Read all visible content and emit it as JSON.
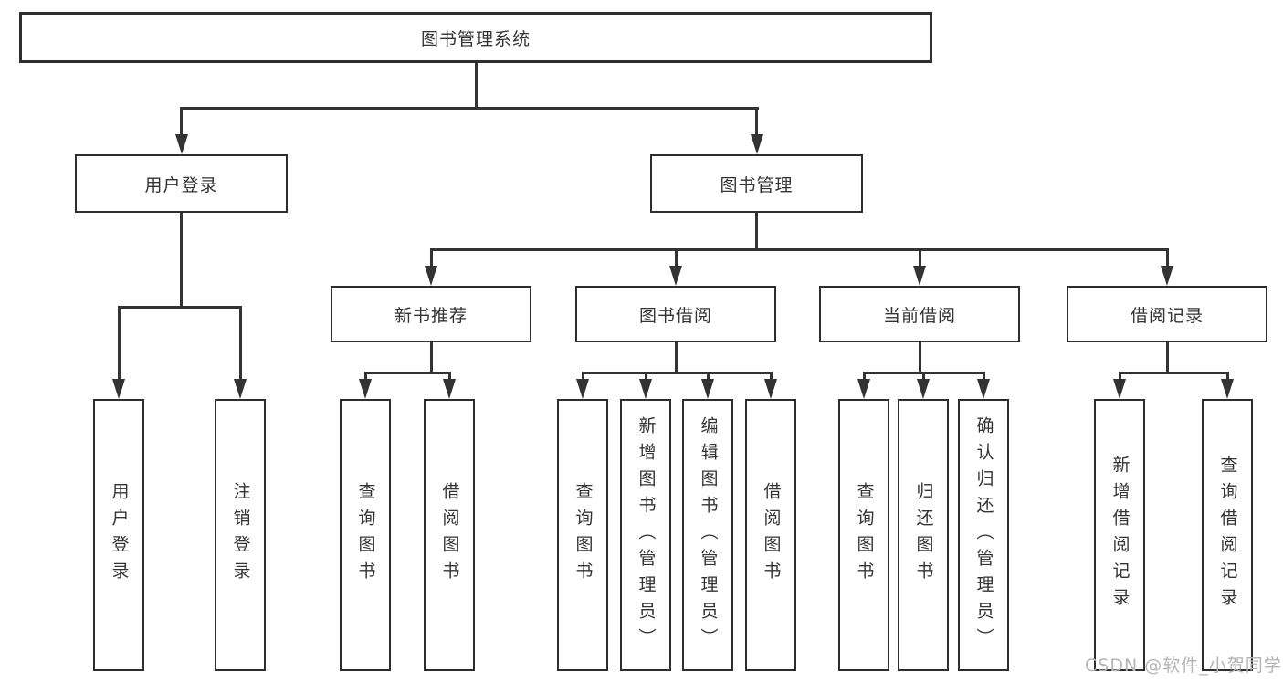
{
  "diagram": {
    "tree": {
      "root": "图书管理系统",
      "children": [
        {
          "label": "用户登录",
          "children": [
            "用户登录",
            "注销登录"
          ]
        },
        {
          "label": "图书管理",
          "children": [
            {
              "label": "新书推荐",
              "children": [
                "查询图书",
                "借阅图书"
              ]
            },
            {
              "label": "图书借阅",
              "children": [
                "查询图书",
                "新增图书（管理员）",
                "编辑图书（管理员）",
                "借阅图书"
              ]
            },
            {
              "label": "当前借阅",
              "children": [
                "查询图书",
                "归还图书",
                "确认归还（管理员）"
              ]
            },
            {
              "label": "借阅记录",
              "children": [
                "新增借阅记录",
                "查询借阅记录"
              ]
            }
          ]
        }
      ]
    },
    "watermark": "CSDN @软件_小贺同学",
    "colors": {
      "line": "#333333",
      "box_border": "#2e2e2e",
      "box_fill": "#ffffff",
      "text": "#333333",
      "watermark": "#b5b5b5",
      "background": "#ffffff"
    }
  }
}
